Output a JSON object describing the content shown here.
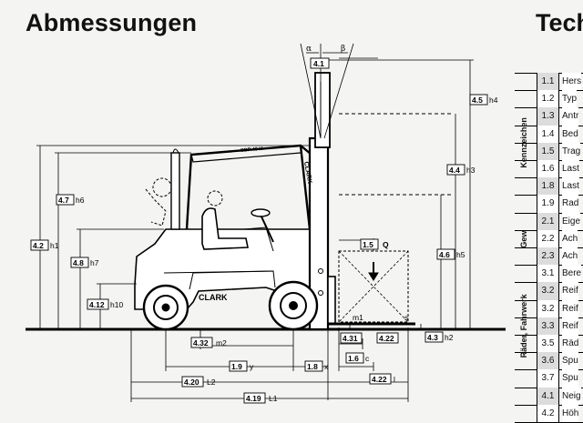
{
  "heading": "Abmessungen",
  "heading_right": "Tech",
  "mast_angles": {
    "alpha": "α",
    "beta": "β"
  },
  "labels": {
    "l4_1": "4.1",
    "l4_5": "4.5",
    "l4_5_sym": "h4",
    "l4_4": "4.4",
    "l4_4_sym": "h3",
    "l4_7": "4.7",
    "l4_7_sym": "h6",
    "l4_2": "4.2",
    "l4_2_sym": "h1",
    "l4_8": "4.8",
    "l4_8_sym": "h7",
    "l4_12": "4.12",
    "l4_12_sym": "h10",
    "l1_5": "1.5",
    "l1_5_sym": "Q",
    "l4_6": "4.6",
    "l4_6_sym": "h5",
    "l4_3": "4.3",
    "l4_3_sym": "h2",
    "m1": "m1",
    "s": "s",
    "l4_32": "4.32",
    "l4_32_sym": "m2",
    "l4_31": "4.31",
    "l4_22a": "4.22",
    "l1_9": "1.9",
    "l1_9_sym": "y",
    "l1_8": "1.8",
    "l1_8_sym": "x",
    "l1_6": "1.6",
    "l1_6_sym": "c",
    "l4_20": "4.20",
    "l4_20_sym": "L2",
    "l4_22b": "4.22",
    "l4_22b_sym": "l",
    "l4_19": "4.19",
    "l4_19_sym": "L1"
  },
  "truck_text": {
    "brand": "CLARK",
    "model": "CDP 40 H"
  },
  "spec_table": {
    "groups": [
      {
        "name": "Kennzeichen",
        "rows": [
          {
            "num": "1.1",
            "label": "Hers",
            "shade": true
          },
          {
            "num": "1.2",
            "label": "Typ",
            "shade": false
          },
          {
            "num": "1.3",
            "label": "Antr",
            "shade": true
          },
          {
            "num": "1.4",
            "label": "Bed",
            "shade": false
          },
          {
            "num": "1.5",
            "label": "Trag",
            "shade": true
          },
          {
            "num": "1.6",
            "label": "Last",
            "shade": false
          },
          {
            "num": "1.8",
            "label": "Last",
            "shade": true
          },
          {
            "num": "1.9",
            "label": "Rad",
            "shade": false
          }
        ]
      },
      {
        "name": "Gew",
        "rows": [
          {
            "num": "2.1",
            "label": "Eige",
            "shade": true
          },
          {
            "num": "2.2",
            "label": "Ach",
            "shade": false
          },
          {
            "num": "2.3",
            "label": "Ach",
            "shade": true
          }
        ]
      },
      {
        "name": "Räder, Fahrwerk",
        "rows": [
          {
            "num": "3.1",
            "label": "Bere",
            "shade": false
          },
          {
            "num": "3.2",
            "label": "Reif",
            "shade": true
          },
          {
            "num": "3.2",
            "label": "Reif",
            "shade": false
          },
          {
            "num": "3.3",
            "label": "Reif",
            "shade": true
          },
          {
            "num": "3.5",
            "label": "Räd",
            "shade": false
          },
          {
            "num": "3.6",
            "label": "Spu",
            "shade": true
          },
          {
            "num": "3.7",
            "label": "Spu",
            "shade": false
          }
        ]
      },
      {
        "name": "",
        "rows": [
          {
            "num": "4.1",
            "label": "Neig",
            "shade": true
          },
          {
            "num": "4.2",
            "label": "Höh",
            "shade": false
          }
        ]
      }
    ]
  }
}
